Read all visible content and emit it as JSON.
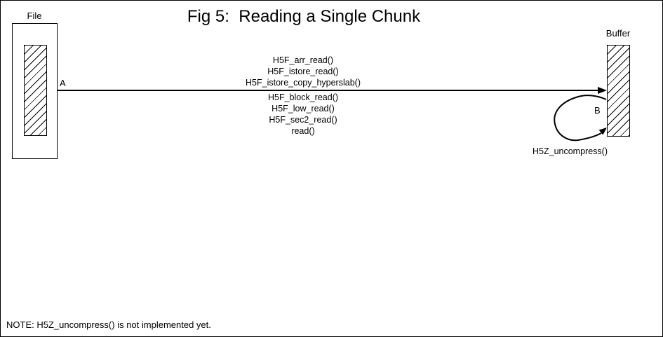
{
  "title": "Fig 5:  Reading a Single Chunk",
  "file_box": {
    "label": "File",
    "junction_label": "A"
  },
  "buffer_box": {
    "label": "Buffer",
    "junction_label": "B"
  },
  "call_stack": {
    "above_arrow": [
      "H5F_arr_read()",
      "H5F_istore_read()",
      "H5F_istore_copy_hyperslab()"
    ],
    "below_arrow": [
      "H5F_block_read()",
      "H5F_low_read()",
      "H5F_sec2_read()",
      "read()"
    ]
  },
  "loop_arrow": {
    "label": "H5Z_uncompress()"
  },
  "note": "NOTE: H5Z_uncompress() is not implemented yet.",
  "colors": {
    "ink": "#000000",
    "background": "#ffffff"
  }
}
